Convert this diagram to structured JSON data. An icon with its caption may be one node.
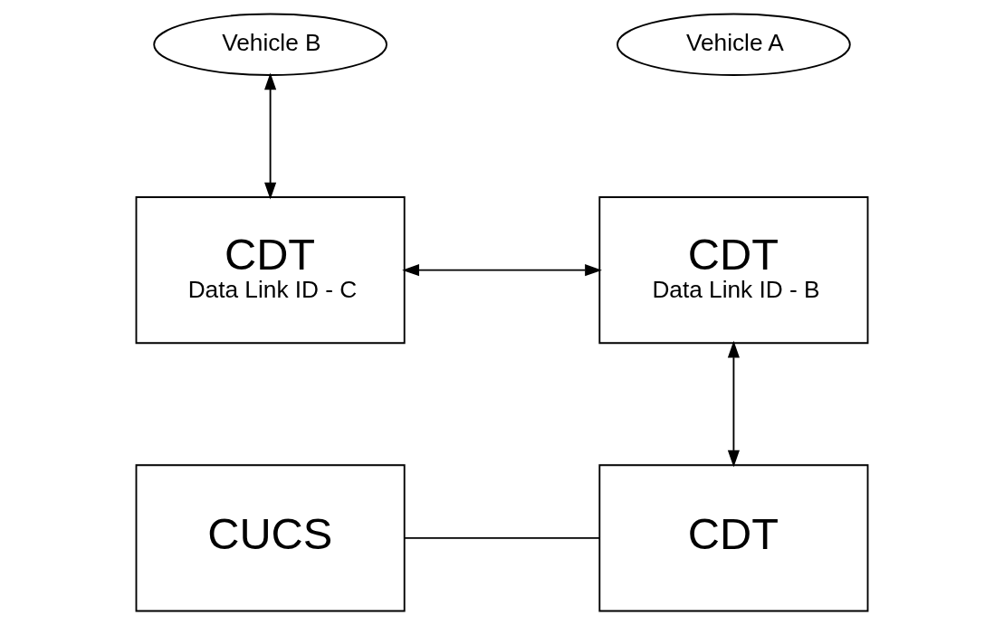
{
  "diagram": {
    "nodes": [
      {
        "text": [
          "Vehicle B"
        ]
      },
      {
        "text": [
          "CDT",
          "Data Link ID - C"
        ]
      },
      {
        "text": [
          "Vehicle A"
        ]
      },
      {
        "text": [
          "CDT",
          "Data Link ID - B"
        ]
      },
      {
        "text": [
          "CUCS"
        ]
      },
      {
        "text": [
          "CDT"
        ]
      }
    ],
    "edges": [
      {
        "from": 0,
        "to": 1,
        "arrow": "both"
      },
      {
        "from": 1,
        "to": 3,
        "arrow": "both"
      },
      {
        "from": 3,
        "to": 5,
        "arrow": "both"
      },
      {
        "from": 4,
        "to": 5,
        "arrow": "none"
      }
    ]
  }
}
